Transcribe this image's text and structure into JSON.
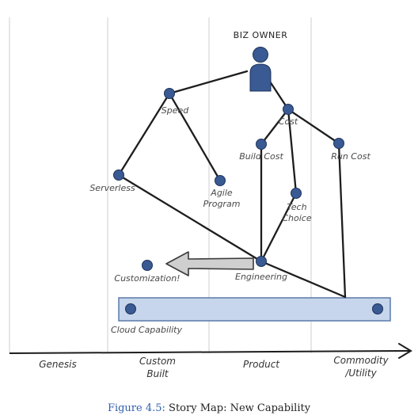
{
  "top_label": "BIZ OWNER",
  "nodes": {
    "speed": "Speed",
    "cost": "Cost",
    "build_cost": "Build Cost",
    "run_cost": "Run Cost",
    "serverless": "Serverless",
    "agile_program": [
      "Agile",
      "Program"
    ],
    "tech_choice": [
      "Tech",
      "Choice"
    ],
    "customization": "Customization!",
    "engineering": "Engineering",
    "cloud_capability": "Cloud Capability"
  },
  "stages": {
    "genesis": "Genesis",
    "custom_built": [
      "Custom",
      "Built"
    ],
    "product": "Product",
    "commodity": [
      "Commodity",
      "/Utility"
    ]
  },
  "caption": {
    "number": "Figure 4.5:",
    "text": "Story Map: New Capability"
  },
  "colors": {
    "node": "#3a5a94",
    "capability_bar": "#c7d6ec",
    "arrow": "#cfcfcf"
  }
}
